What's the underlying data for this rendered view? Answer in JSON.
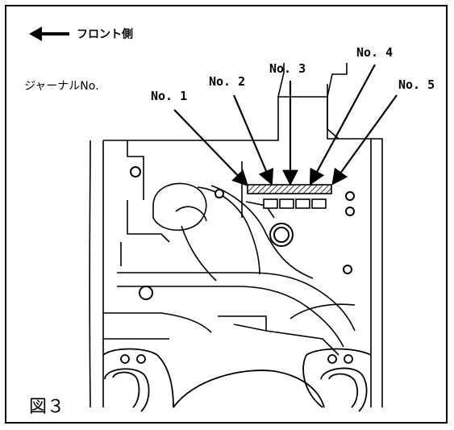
{
  "header": {
    "front_side": "フロント側",
    "journal_no_title": "ジャーナルNo."
  },
  "journals": [
    {
      "label": "No. 1"
    },
    {
      "label": "No. 2"
    },
    {
      "label": "No. 3"
    },
    {
      "label": "No. 4"
    },
    {
      "label": "No. 5"
    }
  ],
  "figure": {
    "label": "図３"
  },
  "icons": {
    "front_arrow": "arrow-left-icon"
  }
}
